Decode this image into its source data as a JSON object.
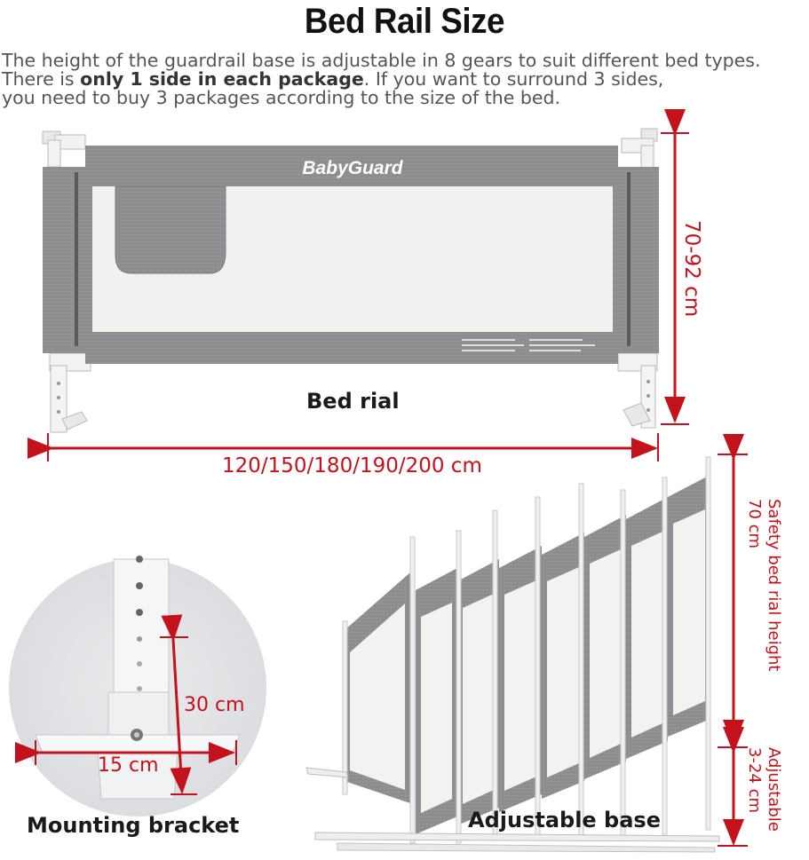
{
  "title": "Bed Rail Size",
  "intro": {
    "line1": "The height of the guardrail base is adjustable in 8 gears to suit different bed types.",
    "line2_pre": "There is ",
    "line2_bold": "only 1 side in each package",
    "line2_post": ". If you want to surround 3 sides,",
    "line3": "you need to buy 3 packages according to the size of the bed."
  },
  "product": {
    "brand": "BabyGuard",
    "name_label": "Bed rial",
    "height_label": "70-92 cm",
    "length_label": "120/150/180/190/200 cm"
  },
  "bracket": {
    "height_label": "30 cm",
    "width_label": "15 cm",
    "caption": "Mounting bracket"
  },
  "adjustable": {
    "caption": "Adjustable base",
    "safety_label_line1": "Safety bed rial height",
    "safety_label_line2": "70 cm",
    "adjust_label_line1": "Adjustable",
    "adjust_label_line2": "3-24 cm",
    "gears": 8
  },
  "colors": {
    "accent_red": "#c4121d",
    "fabric_gray": "#8f8f91",
    "mesh": "#f1f1ef"
  }
}
